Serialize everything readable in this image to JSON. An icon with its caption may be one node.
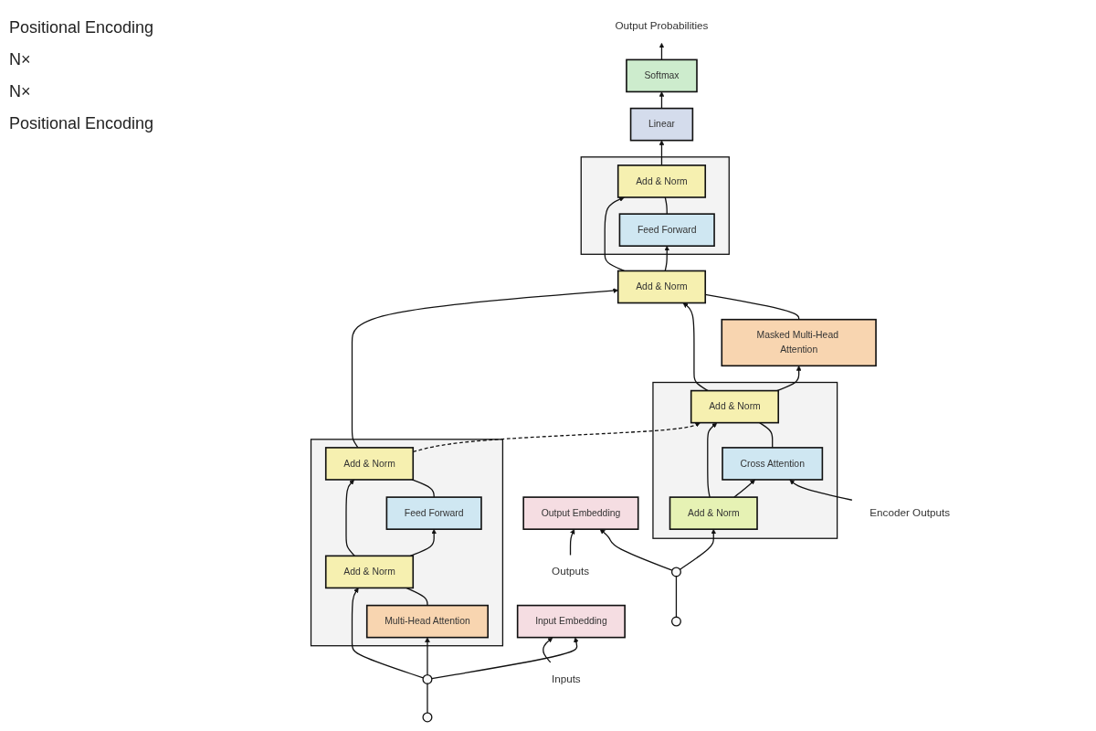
{
  "diagram": {
    "nodes": [
      {
        "text": [
          "Inputs"
        ]
      },
      {
        "text": [
          "Input Embedding"
        ]
      },
      {
        "text": [],
        "shape": "circle"
      },
      {
        "text": [],
        "shape": "circle"
      },
      {
        "text": [],
        "shape": "box"
      },
      {
        "text": [
          "Multi-Head Attention"
        ],
        "in": 4
      },
      {
        "text": [
          "Add & Norm"
        ],
        "in": 4
      },
      {
        "text": [
          "Feed Forward"
        ],
        "in": 4
      },
      {
        "text": [
          "Add & Norm"
        ],
        "in": 4
      },
      {
        "text": [
          "Outputs"
        ]
      },
      {
        "text": [
          "Output Embedding"
        ]
      },
      {
        "text": [],
        "shape": "circle"
      },
      {
        "text": [],
        "shape": "circle"
      },
      {
        "text": [],
        "shape": "box"
      },
      {
        "text": [
          "Add & Norm"
        ],
        "in": 13
      },
      {
        "text": [
          "Cross Attention"
        ],
        "in": 13
      },
      {
        "text": [
          "Add & Norm"
        ],
        "in": 13
      },
      {
        "text": [
          "Masked Multi-Head Attention"
        ]
      },
      {
        "text": [
          "Add & Norm"
        ]
      },
      {
        "text": [],
        "shape": "box"
      },
      {
        "text": [
          "Feed Forward"
        ],
        "in": 19
      },
      {
        "text": [
          "Add & Norm"
        ],
        "in": 19
      },
      {
        "text": [
          "Linear"
        ]
      },
      {
        "text": [
          "Softmax"
        ]
      },
      {
        "text": [
          "Output Probabilities"
        ]
      },
      {
        "text": [
          "Encoder Outputs"
        ]
      }
    ],
    "edges": [
      {
        "from": 0,
        "to": 1,
        "arrow": "to"
      },
      {
        "from": 2,
        "to": 1,
        "arrow": "to"
      },
      {
        "from": 3,
        "to": 2,
        "arrow": "none"
      },
      {
        "from": 2,
        "to": 5,
        "arrow": "to"
      },
      {
        "from": 2,
        "to": 6,
        "arrow": "to"
      },
      {
        "from": 5,
        "to": 6,
        "arrow": "none"
      },
      {
        "from": 6,
        "to": 7,
        "arrow": "to"
      },
      {
        "from": 6,
        "to": 8,
        "arrow": "to"
      },
      {
        "from": 7,
        "to": 8,
        "arrow": "none"
      },
      {
        "from": 8,
        "to": 16,
        "arrow": "to",
        "style": "dashed"
      },
      {
        "from": 8,
        "to": 18,
        "arrow": "to"
      },
      {
        "from": 9,
        "to": 10,
        "arrow": "to"
      },
      {
        "from": 11,
        "to": 10,
        "arrow": "to"
      },
      {
        "from": 12,
        "to": 11,
        "arrow": "none"
      },
      {
        "from": 11,
        "to": 14,
        "arrow": "to"
      },
      {
        "from": 14,
        "to": 15,
        "arrow": "to"
      },
      {
        "from": 14,
        "to": 16,
        "arrow": "to"
      },
      {
        "from": 25,
        "to": 15,
        "arrow": "to"
      },
      {
        "from": 15,
        "to": 16,
        "arrow": "none"
      },
      {
        "from": 16,
        "to": 17,
        "arrow": "to"
      },
      {
        "from": 16,
        "to": 18,
        "arrow": "to"
      },
      {
        "from": 17,
        "to": 18,
        "arrow": "none"
      },
      {
        "from": 18,
        "to": 20,
        "arrow": "to"
      },
      {
        "from": 18,
        "to": 21,
        "arrow": "to"
      },
      {
        "from": 20,
        "to": 21,
        "arrow": "none"
      },
      {
        "from": 21,
        "to": 22,
        "arrow": "to"
      },
      {
        "from": 22,
        "to": 23,
        "arrow": "to"
      },
      {
        "from": 23,
        "to": 24,
        "arrow": "to"
      }
    ],
    "labels": [
      "Positional Encoding",
      "N×",
      "N×",
      "Positional Encoding"
    ]
  }
}
